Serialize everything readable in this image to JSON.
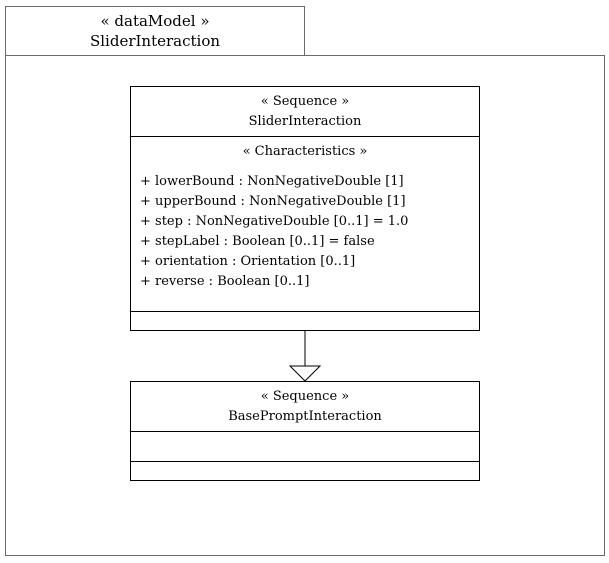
{
  "frame": {
    "stereotype": "« dataModel »",
    "name": "SliderInteraction"
  },
  "classes": [
    {
      "stereotype": "« Sequence »",
      "name": "SliderInteraction",
      "section_header": "« Characteristics »",
      "attributes": [
        "+ lowerBound : NonNegativeDouble [1]",
        "+ upperBound : NonNegativeDouble [1]",
        "+ step : NonNegativeDouble [0..1] = 1.0",
        "+ stepLabel : Boolean [0..1] = false",
        "+ orientation : Orientation [0..1]",
        "+ reverse : Boolean [0..1]"
      ]
    },
    {
      "stereotype": "« Sequence »",
      "name": "BasePromptInteraction"
    }
  ]
}
